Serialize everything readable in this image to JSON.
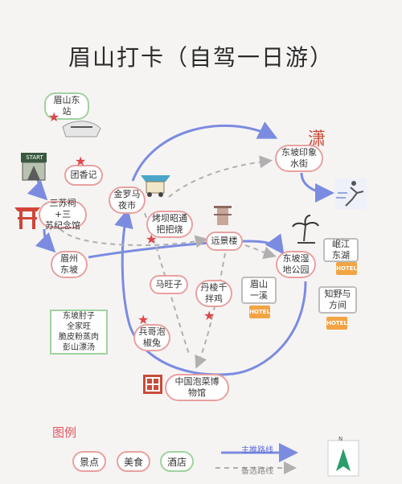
{
  "title": "眉山打卡（自驾一日游）",
  "start_sign": "START",
  "stations": {
    "meishan_east": "眉山东\n站"
  },
  "spots": {
    "tuanxiangji": "团香记",
    "sansuci": "三苏祠+三\n苏纪念馆",
    "meizhou_dongpo": "眉州\n东坡",
    "jinluoma": "金罗马\n夜市",
    "kaobashao": "烤坝昭通\n把把烧",
    "yuanjinglou": "远景楼",
    "dongpo_yinxiang": "东坡印象\n水街",
    "dongpo_shidi": "东坡湿\n地公园",
    "mawangzi": "马旺子",
    "dalengji": "丹棱千\n拌鸡",
    "bingge": "兵哥泡\n椒兔",
    "paocai_museum": "中国泡菜博\n物馆"
  },
  "hotels": {
    "meishan_yixi": "眉山\n一溪",
    "minjiang_donghu": "岷江\n东湖",
    "zhiye_fangjian": "知野与\n方间",
    "hotel_tag": "HOTEL"
  },
  "food_box": "东坡肘子\n全家旺\n脆皮粉蒸肉\n彭山漂汤",
  "legend": {
    "title": "图例",
    "main_route": "主推路线",
    "alt_route": "备选路线",
    "chips": [
      "景点",
      "美食",
      "酒店"
    ],
    "compass_letter": "N"
  },
  "colors": {
    "main_route": "#7b8ce0",
    "alt_route": "#b0b0b0",
    "bubble_border": "#e8a0a0",
    "star": "#e0454a",
    "legend_title": "#e05560",
    "hotel_orange": "#f2a444",
    "green_border": "#9fd29f"
  }
}
